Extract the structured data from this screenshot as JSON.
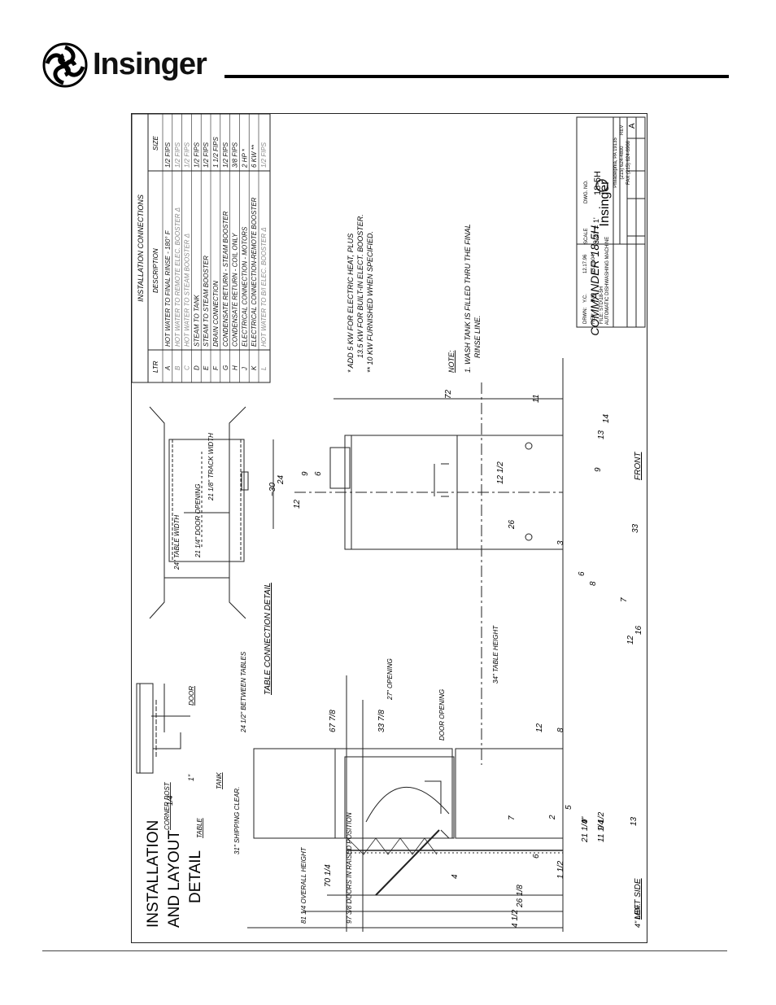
{
  "header": {
    "brand": "Insinger"
  },
  "title_block": {
    "model": "COMMANDER 18-5H",
    "subtitle": "AUTOMATIC DISHWASHING MACHINE",
    "company": "Insinger",
    "address": "Philadelphia, PA 19135",
    "phone": "(215) 624-4800",
    "fax": "FAX (215) 624-6966",
    "drwn_label": "DRWN:",
    "drwn_value": "Y.C.",
    "drwn_date": "12.17.96",
    "rev_label": "REV:",
    "rev_value": "JMD",
    "rev_date": "05.07.04",
    "file_label": "FILE: STD\\18-5H",
    "scale_label": "SCALE",
    "scale_value": "3/4\" = 1'",
    "dwg_label": "DWG. NO.",
    "dwg_value": "18-5H",
    "rev_col_label": "REV",
    "rev_col_value": "A"
  },
  "connections": {
    "title": "INSTALLATION CONNECTIONS",
    "headers": [
      "LTR",
      "DESCRIPTION",
      "SIZE"
    ],
    "rows": [
      {
        "ltr": "A",
        "desc": "HOT WATER TO FINAL RINSE - 180° F",
        "size": "1/2 FIPS"
      },
      {
        "ltr": "B",
        "desc": "HOT WATER TO REMOTE ELEC. BOOSTER Δ",
        "size": "1/2 FIPS"
      },
      {
        "ltr": "C",
        "desc": "HOT WATER TO STEAM BOOSTER Δ",
        "size": "1/2 FIPS"
      },
      {
        "ltr": "D",
        "desc": "STEAM TO TANK",
        "size": "1/2 FIPS"
      },
      {
        "ltr": "E",
        "desc": "STEAM TO STEAM BOOSTER",
        "size": "1/2 FIPS"
      },
      {
        "ltr": "F",
        "desc": "DRAIN CONNECTION",
        "size": "1 1/2 FIPS"
      },
      {
        "ltr": "G",
        "desc": "CONDENSATE RETURN - STEAM BOOSTER",
        "size": "1/2 FIPS"
      },
      {
        "ltr": "H",
        "desc": "CONDENSATE RETURN - COIL ONLY",
        "size": "3/8 FIPS"
      },
      {
        "ltr": "J",
        "desc": "ELECTRICAL CONNECTION - MOTORS",
        "size": "2 HP *"
      },
      {
        "ltr": "K",
        "desc": "ELECTRICAL CONNECTION-REMOTE BOOSTER",
        "size": "6 KW **"
      },
      {
        "ltr": "L",
        "desc": "HOT WATER TO B/I ELEC. BOOSTER Δ",
        "size": "1/2 FIPS"
      }
    ]
  },
  "notes": {
    "star1": "* ADD 5 KW FOR ELECTRIC HEAT, PLUS",
    "star2": "13.5 KW FOR BUILT-IN ELECT. BOOSTER.",
    "star3": "** 10 KW FURNISHED WHEN SPECIFIED.",
    "note_label": "NOTE:",
    "note1": "1. WASH TANK IS FILLED THRU THE FINAL",
    "note2": "RINSE LINE."
  },
  "drawing_title": [
    "INSTALLATION",
    "AND LAYOUT",
    "DETAIL"
  ],
  "labels": {
    "table_conn": "TABLE CONNECTION DETAIL",
    "left_side": "LEFT SIDE",
    "front": "FRONT",
    "corner_post": "CORNER POST",
    "table": "TABLE",
    "tank": "TANK",
    "door": "DOOR",
    "between": "24 1/2\" BETWEEN TABLES",
    "one_quarter": "1/4",
    "one_inch": "1\"",
    "table_width": "24\" TABLE WIDTH",
    "door_opening_w": "21 1/4\" DOOR OPENING",
    "track_width": "21 1/8\" TRACK WIDTH",
    "shipping": "31\" SHIPPING CLEAR.",
    "door_opening_h": "27\" OPENING",
    "door_open_lbl": "DOOR OPENING",
    "table_height": "34\" TABLE HEIGHT",
    "four_min": "4\" MIN.",
    "dims_left": [
      "97 3/8 DOORS IN RAISED POSITION",
      "81 1/4 OVERALL HEIGHT",
      "70 1/4",
      "67 7/8",
      "33 7/8",
      "26 1/8",
      "21 1/4\"",
      "11 1/4",
      "9 1/2",
      "4 1/2",
      "12",
      "8",
      "7",
      "6",
      "5",
      "9",
      "13",
      "2",
      "4",
      "1 1/2"
    ],
    "dims_front": [
      "72",
      "~30",
      "24",
      "12",
      "9",
      "6",
      "12 1/2",
      "26",
      "11",
      "13",
      "14",
      "9",
      "33",
      "16",
      "12",
      "7",
      "8",
      "6",
      "3"
    ]
  }
}
